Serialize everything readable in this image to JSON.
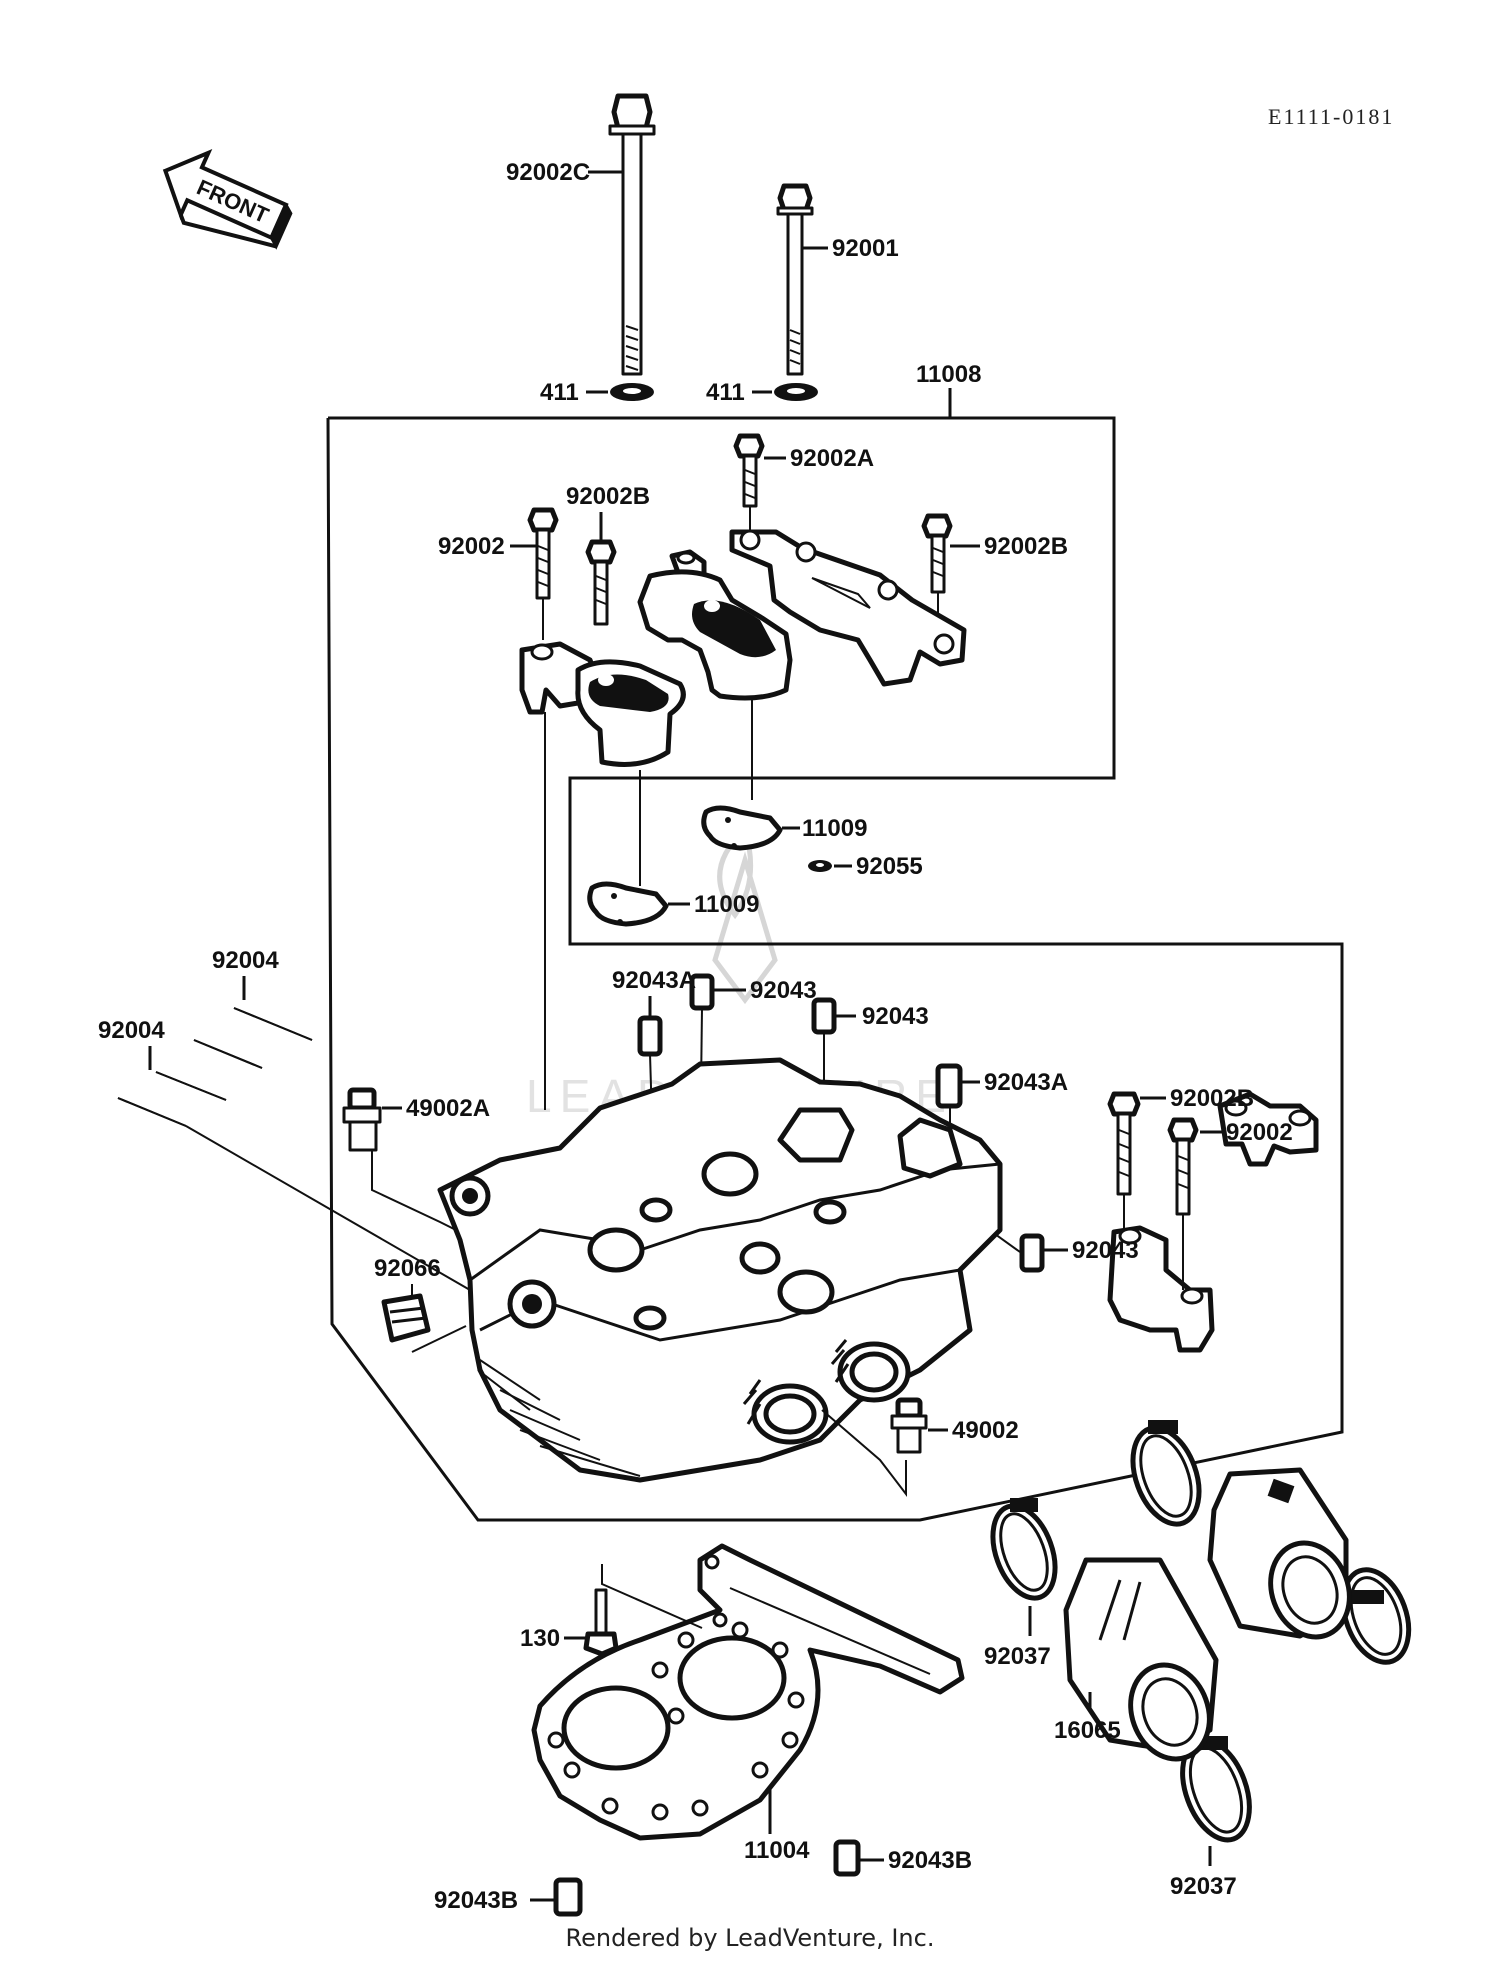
{
  "diagram_code": "E1111-0181",
  "front_label": "FRONT",
  "footer": "Rendered by LeadVenture, Inc.",
  "watermark": "LEADVENTURE",
  "labels": {
    "p92002C": "92002C",
    "p92001": "92001",
    "p411a": "411",
    "p411b": "411",
    "p11008": "11008",
    "p92002A": "92002A",
    "p92002B_1": "92002B",
    "p92002_1": "92002",
    "p92002B_2": "92002B",
    "p11009_1": "11009",
    "p92055": "92055",
    "p11009_2": "11009",
    "p92004_1": "92004",
    "p92004_2": "92004",
    "p92043A_1": "92043A",
    "p92043_1": "92043",
    "p92043_2": "92043",
    "p92043A_2": "92043A",
    "p49002A": "49002A",
    "p92002B_3": "92002B",
    "p92002_2": "92002",
    "p92066": "92066",
    "p92043_3": "92043",
    "p49002": "49002",
    "p130": "130",
    "p92037_1": "92037",
    "p16065": "16065",
    "p92037_2": "92037",
    "p92043B_1": "92043B",
    "p11004": "11004",
    "p92043B_2": "92043B"
  }
}
